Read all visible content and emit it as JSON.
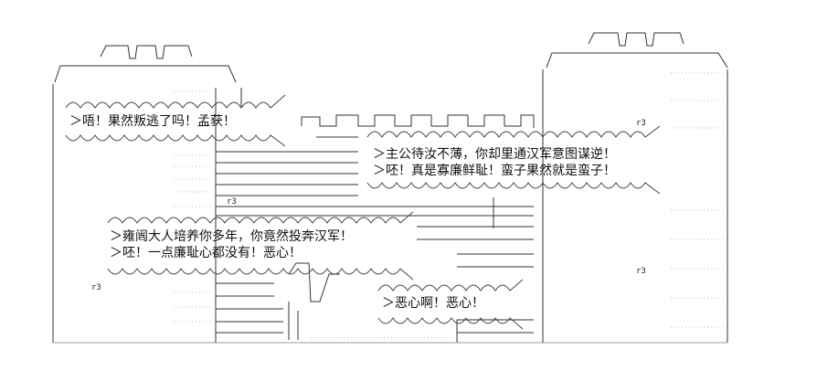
{
  "bubbles": {
    "meng_huo": {
      "lines": [
        "＞唔！果然叛逃了吗！孟获！"
      ]
    },
    "lord": {
      "lines": [
        "＞主公待汝不薄，你却里通汉军意图谋逆！",
        "＞呸！真是寡廉鲜耻！蛮子果然就是蛮子！"
      ]
    },
    "yong_kai": {
      "lines": [
        "＞雍闿大人培养你多年，你竟然投奔汉军！",
        "＞呸！一点廉耻心都没有！恶心！"
      ]
    },
    "disgust": {
      "lines": [
        "＞恶心啊！恶心！"
      ]
    }
  },
  "marks": {
    "r3_a": "r3",
    "r3_b": "r3",
    "r3_c": "r3",
    "r3_d": "r3"
  }
}
